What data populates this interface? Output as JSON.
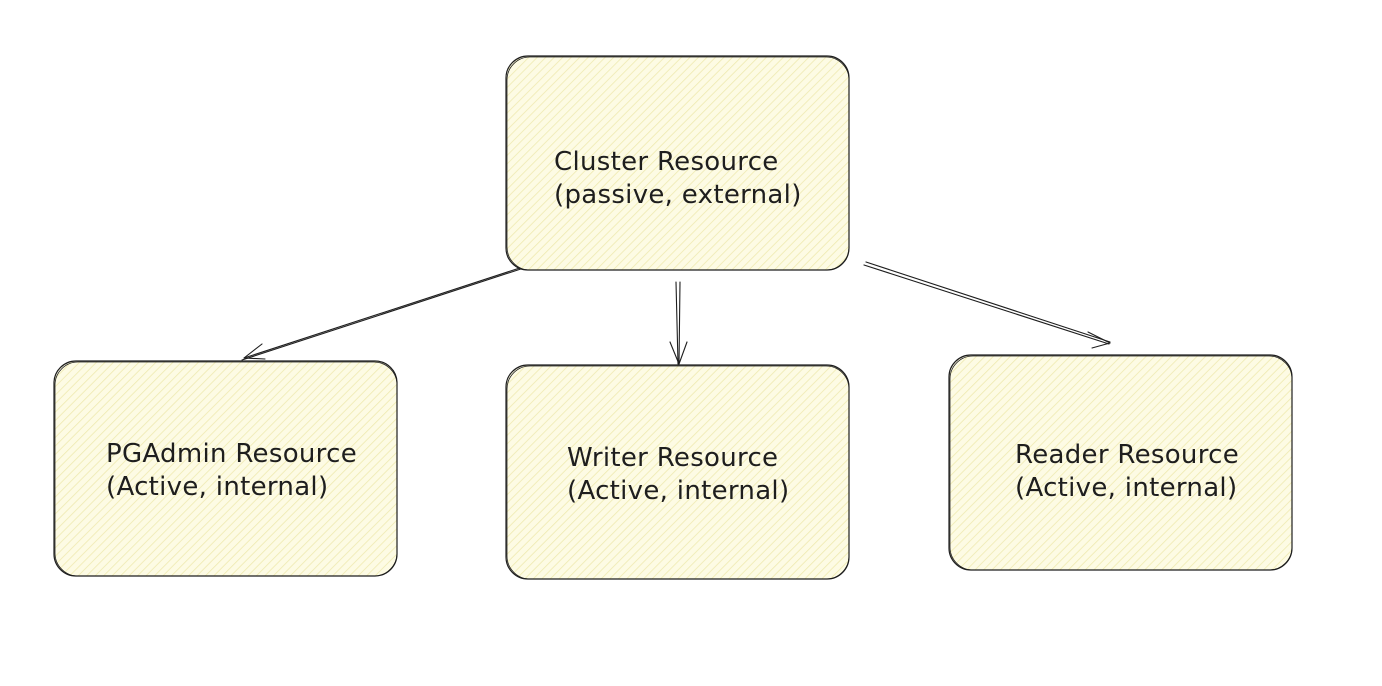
{
  "diagram": {
    "nodes": [
      {
        "id": "cluster",
        "line1": "Cluster Resource",
        "line2": "(passive, external)"
      },
      {
        "id": "pgadmin",
        "line1": "PGAdmin Resource",
        "line2": "(Active, internal)"
      },
      {
        "id": "writer",
        "line1": "Writer Resource",
        "line2": "(Active, internal)"
      },
      {
        "id": "reader",
        "line1": "Reader Resource",
        "line2": "(Active, internal)"
      }
    ],
    "edges": [
      {
        "from": "cluster",
        "to": "pgadmin"
      },
      {
        "from": "cluster",
        "to": "writer"
      },
      {
        "from": "cluster",
        "to": "reader"
      }
    ]
  },
  "colors": {
    "node_fill": "#fdfbe4",
    "hatch": "#f1edb8",
    "stroke": "#1e1e1e"
  }
}
